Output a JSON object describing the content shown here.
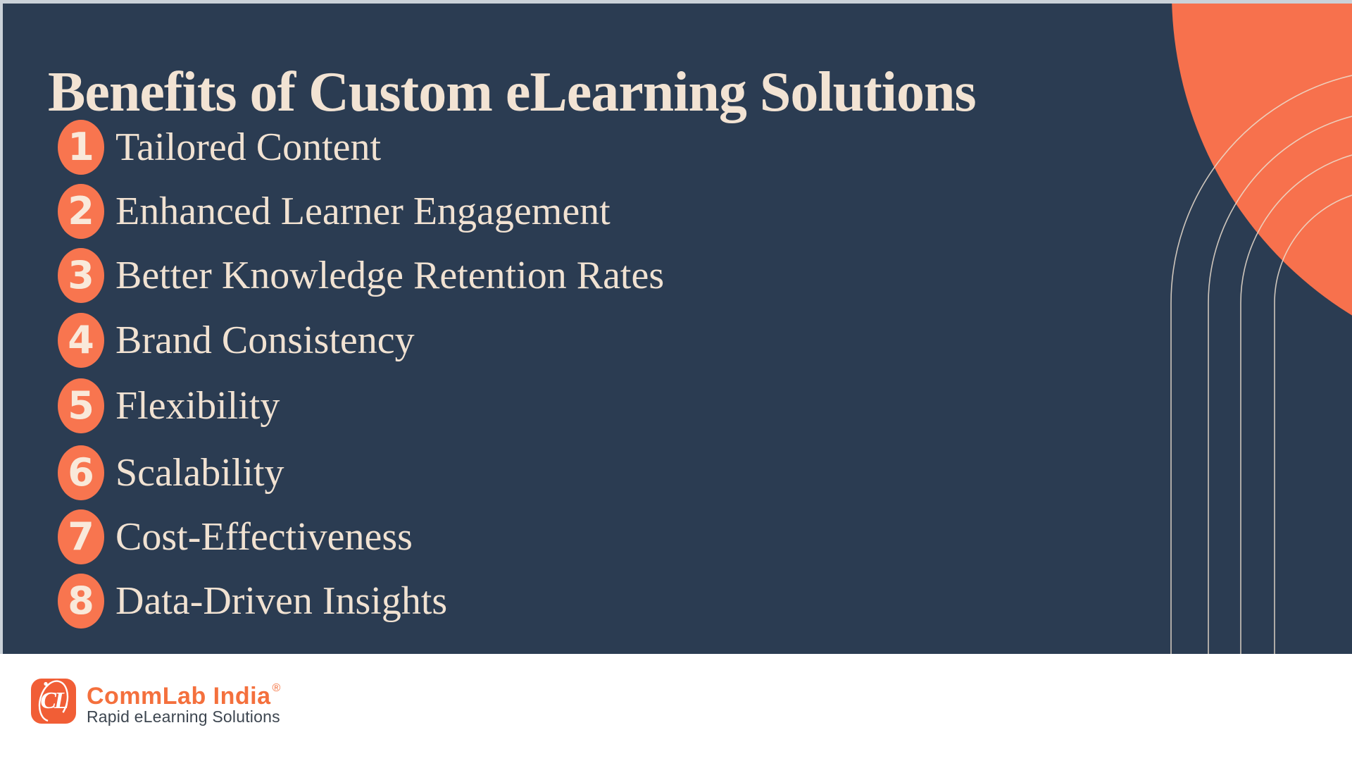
{
  "slide": {
    "title": "Benefits of Custom eLearning Solutions",
    "benefits": [
      {
        "number": "1",
        "label": "Tailored Content"
      },
      {
        "number": "2",
        "label": "Enhanced Learner Engagement"
      },
      {
        "number": "3",
        "label": "Better Knowledge Retention Rates"
      },
      {
        "number": "4",
        "label": "Brand Consistency"
      },
      {
        "number": "5",
        "label": "Flexibility"
      },
      {
        "number": "6",
        "label": "Scalability"
      },
      {
        "number": "7",
        "label": "Cost-Effectiveness"
      },
      {
        "number": "8",
        "label": "Data-Driven Insights"
      }
    ]
  },
  "footer": {
    "logo_monogram": "CL",
    "brand_name": "CommLab India",
    "registered_mark": "®",
    "tagline": "Rapid eLearning Solutions"
  },
  "colors": {
    "slide_background": "#2b3c52",
    "accent_coral": "#f7714d",
    "badge_coral": "#f8754f",
    "text_cream": "#f1e2d2",
    "thin_line_cream": "#ecdfcf",
    "logo_orange": "#f15e36",
    "brand_orange": "#f4703d",
    "tagline_gray": "#3d4650",
    "edge_gray": "#cbd2d9"
  }
}
